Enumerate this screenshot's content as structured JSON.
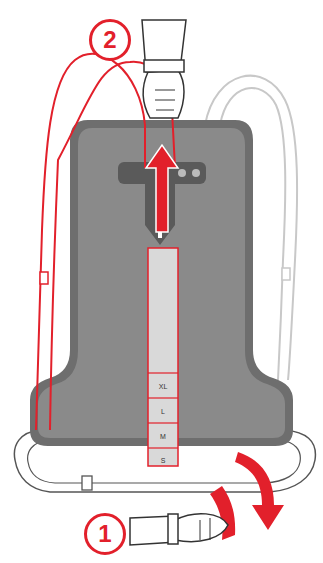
{
  "diagram": {
    "nodes": [
      {
        "text": [
          "2"
        ]
      },
      {
        "text": [
          "1"
        ]
      }
    ],
    "labels": [
      "XL",
      "L",
      "M",
      "S"
    ]
  }
}
